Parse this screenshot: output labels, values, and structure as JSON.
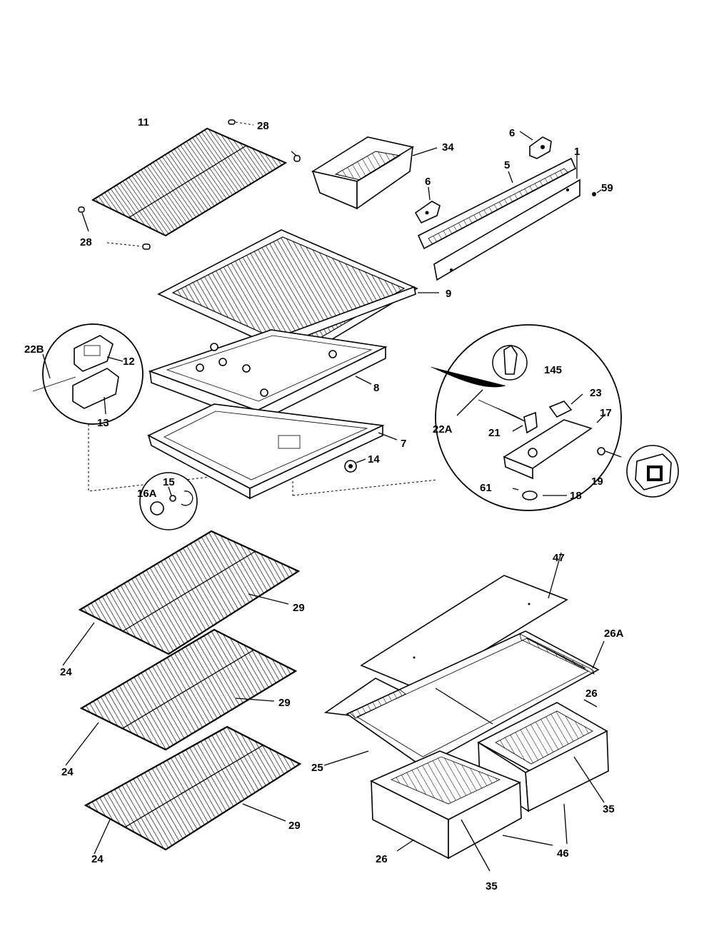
{
  "title": "",
  "labels": {
    "l11": "11",
    "l28a": "28",
    "l28b": "28",
    "l34": "34",
    "l6a": "6",
    "l6b": "6",
    "l5": "5",
    "l1": "1",
    "l59": "59",
    "l9": "9",
    "l22b": "22B",
    "l12": "12",
    "l13": "13",
    "l8": "8",
    "l7": "7",
    "l14": "14",
    "l15": "15",
    "l16a": "16A",
    "l145": "145",
    "l23": "23",
    "l17": "17",
    "l22a": "22A",
    "l21": "21",
    "l61": "61",
    "l18": "18",
    "l19": "19",
    "l47": "47",
    "l29a": "29",
    "l29b": "29",
    "l29c": "29",
    "l24a": "24",
    "l24b": "24",
    "l24c": "24",
    "l26a": "26A",
    "l26b": "26",
    "l26c": "26",
    "l25": "25",
    "l35a": "35",
    "l35b": "35",
    "l46": "46"
  }
}
